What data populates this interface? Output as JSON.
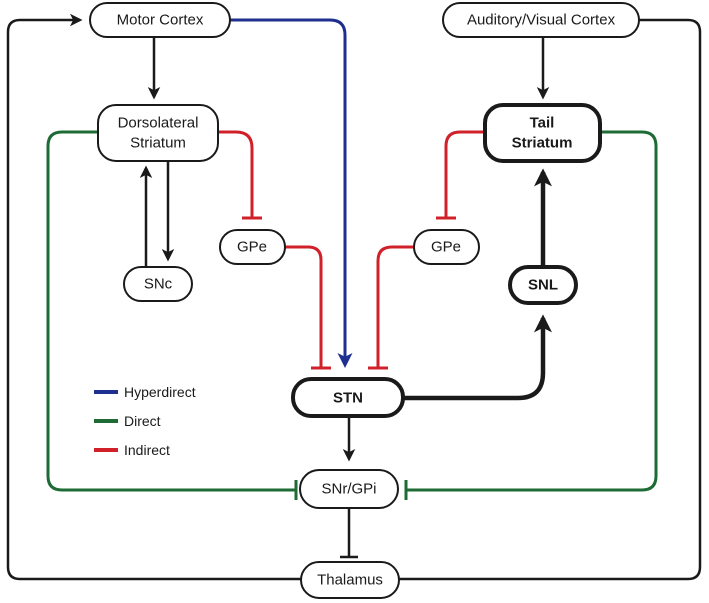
{
  "nodes": {
    "motor_cortex": "Motor Cortex",
    "auditory_visual_cortex": "Auditory/Visual Cortex",
    "dorsolateral_striatum_line1": "Dorsolateral",
    "dorsolateral_striatum_line2": "Striatum",
    "tail_striatum_line1": "Tail",
    "tail_striatum_line2": "Striatum",
    "gpe_left": "GPe",
    "gpe_right": "GPe",
    "snc": "SNc",
    "snl": "SNL",
    "stn": "STN",
    "snr_gpi": "SNr/GPi",
    "thalamus": "Thalamus"
  },
  "legend": [
    {
      "label": "Hyperdirect",
      "color": "#1f2f8f"
    },
    {
      "label": "Direct",
      "color": "#1e6b35"
    },
    {
      "label": "Indirect",
      "color": "#d0202a"
    }
  ],
  "colors": {
    "hyperdirect": "#1f2f8f",
    "direct": "#1e6b35",
    "indirect": "#d0202a",
    "excitatory": "#1a1a1a"
  }
}
